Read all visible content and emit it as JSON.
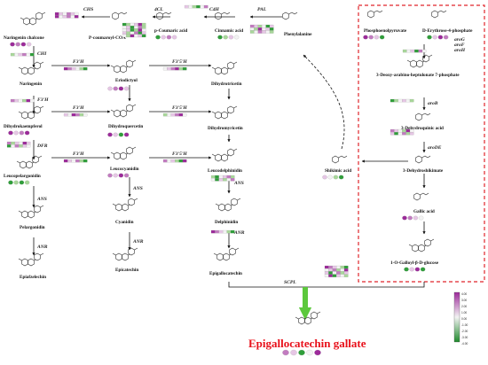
{
  "title": "Epigallocatechin gallate",
  "colors": {
    "high": "#9c2a9a",
    "mid_high": "#c27bc0",
    "mid": "#e6c6e5",
    "neutral": "#f3f3f3",
    "low_mid": "#a8d79a",
    "low": "#2f9e3a",
    "dashed_box": "#e0252b",
    "green_arrow": "#5cc83c"
  },
  "compounds": {
    "naringenin_chalcone": "Naringenin chalcone",
    "p_coumaroyl_coa": "P-coumaroyl-COA",
    "p_coumaric_acid": "p-Coumaric acid",
    "cinnamic_acid": "Cinnamic acid",
    "phenylalanine": "Phenylalanine",
    "phosphoenolpyruvate": "Phosphoenolpyruvate",
    "erythrose_phosphate": "D-Erythrose-4-phosphate",
    "naringenin": "Naringenin",
    "eriodictyol": "Eriodictyol",
    "dihydrotricetin": "Dihydrotricetin",
    "dahp": "3-Deoxy-arabino-heptulonate 7-phosphate",
    "dihydrokaempferol": "Dihydrokaempferol",
    "dihydroquercetin": "Dihydroquercetin",
    "dihydromyricetin": "Dihydromyricetin",
    "dehydroquinic": "3-Dehydroquinic acid",
    "leucopelargonidin": "Leucopelargonidin",
    "leucocyanidin": "Leucocyanidin",
    "leucodelphinidin": "Leucodelphinidin",
    "shikimic": "Shikimic acid",
    "dehydroshikimate": "3-Dehydroshikimate",
    "pelargonidin": "Pelargonidin",
    "cyanidin": "Cyanidin",
    "delphinidin": "Delphinidin",
    "gallic": "Gallic acid",
    "afzelechin": "Epiafzelechin",
    "epicatechin": "Epicatechin",
    "epigallocatechin": "Epigallocatechin",
    "glucogallin": "1-O-Galloyl-β-D-glucose"
  },
  "enzymes": {
    "chs": "CHS",
    "fourcl": "4CL",
    "c4h": "C4H",
    "pal": "PAL",
    "chi": "CHI",
    "f3h": "F3H",
    "dfr": "DFR",
    "ans": "ANS",
    "anr": "ANR",
    "f3prime": "F3'H",
    "f35prime": "F3'5'H",
    "scpl": "SCPL",
    "arog": "aroG",
    "arof": "aroF",
    "aroh": "aroH",
    "arob": "aroB",
    "arode": "aroDE"
  },
  "legend": {
    "ticks": [
      "4.00",
      "3.00",
      "2.00",
      "1.00",
      "0.00",
      "-1.00",
      "-2.00",
      "-3.00",
      "-4.00"
    ]
  },
  "heat": {
    "chs": [
      "#9c2a9a",
      "#e6c6e5",
      "#f3f3f3",
      "#c27bc0",
      "#e6c6e5",
      "#f3f3f3",
      "#9c2a9a",
      "#f3f3f3",
      "#e6c6e5",
      "#c27bc0",
      "#f3f3f3",
      "#9c2a9a"
    ],
    "fourcl": [
      "#2f9e3a",
      "#a8d79a",
      "#f3f3f3",
      "#e6c6e5",
      "#9c2a9a",
      "#a8d79a",
      "#f3f3f3",
      "#e6c6e5",
      "#2f9e3a",
      "#f3f3f3",
      "#c27bc0",
      "#a8d79a",
      "#f3f3f3",
      "#e6c6e5",
      "#2f9e3a",
      "#a8d79a",
      "#9c2a9a",
      "#f3f3f3",
      "#e6c6e5",
      "#a8d79a",
      "#f3f3f3",
      "#c27bc0",
      "#2f9e3a",
      "#e6c6e5",
      "#f3f3f3",
      "#a8d79a",
      "#9c2a9a",
      "#f3f3f3",
      "#e6c6e5",
      "#2f9e3a"
    ],
    "c4h": [
      "#e6c6e5",
      "#f3f3f3",
      "#a8d79a",
      "#2f9e3a",
      "#f3f3f3",
      "#c27bc0"
    ],
    "pal": [
      "#c27bc0",
      "#e6c6e5",
      "#a8d79a",
      "#f3f3f3",
      "#2f9e3a",
      "#e6c6e5",
      "#f3f3f3",
      "#a8d79a",
      "#9c2a9a",
      "#f3f3f3",
      "#e6c6e5",
      "#2f9e3a",
      "#a8d79a",
      "#f3f3f3",
      "#c27bc0",
      "#e6c6e5",
      "#f3f3f3",
      "#a8d79a"
    ],
    "chi": [
      "#a8d79a",
      "#f3f3f3",
      "#e6c6e5",
      "#c27bc0",
      "#f3f3f3",
      "#2f9e3a"
    ],
    "f3h": [
      "#c27bc0",
      "#e6c6e5",
      "#f3f3f3",
      "#a8d79a",
      "#9c2a9a",
      "#f3f3f3"
    ],
    "f3h_a": [
      "#9c2a9a",
      "#c27bc0",
      "#e6c6e5",
      "#f3f3f3",
      "#a8d79a",
      "#2f9e3a"
    ],
    "f3h_b": [
      "#e6c6e5",
      "#f3f3f3",
      "#9c2a9a",
      "#c27bc0",
      "#a8d79a",
      "#f3f3f3"
    ],
    "f35h_a": [
      "#f3f3f3",
      "#e6c6e5",
      "#c27bc0",
      "#9c2a9a",
      "#a8d79a",
      "#2f9e3a"
    ],
    "f35h_b": [
      "#a8d79a",
      "#f3f3f3",
      "#e6c6e5",
      "#c27bc0",
      "#9c2a9a",
      "#f3f3f3"
    ],
    "dfr": [
      "#c27bc0",
      "#a8d79a",
      "#e6c6e5",
      "#f3f3f3",
      "#9c2a9a",
      "#e6c6e5",
      "#2f9e3a",
      "#f3f3f3",
      "#c27bc0",
      "#a8d79a",
      "#e6c6e5",
      "#f3f3f3"
    ],
    "f3h_c": [
      "#9c2a9a",
      "#e6c6e5",
      "#f3f3f3",
      "#c27bc0",
      "#a8d79a",
      "#2f9e3a"
    ],
    "f35h_c": [
      "#c27bc0",
      "#f3f3f3",
      "#e6c6e5",
      "#a8d79a",
      "#2f9e3a",
      "#9c2a9a"
    ],
    "ans": [
      "#a8d79a",
      "#2f9e3a",
      "#f3f3f3",
      "#e6c6e5",
      "#c27bc0",
      "#a8d79a",
      "#f3f3f3",
      "#2f9e3a",
      "#e6c6e5",
      "#a8d79a",
      "#f3f3f3",
      "#c27bc0"
    ],
    "arog": [
      "#a8d79a",
      "#f3f3f3",
      "#e6c6e5",
      "#2f9e3a",
      "#c27bc0",
      "#f3f3f3"
    ],
    "arob": [
      "#2f9e3a",
      "#a8d79a",
      "#f3f3f3",
      "#e6c6e5",
      "#f3f3f3",
      "#a8d79a"
    ],
    "arode": [
      "#c27bc0",
      "#e6c6e5",
      "#f3f3f3",
      "#a8d79a",
      "#9c2a9a",
      "#f3f3f3",
      "#e6c6e5",
      "#2f9e3a",
      "#f3f3f3",
      "#c27bc0",
      "#a8d79a",
      "#e6c6e5"
    ],
    "anr": [
      "#9c2a9a",
      "#c27bc0",
      "#e6c6e5",
      "#f3f3f3",
      "#a8d79a",
      "#2f9e3a"
    ],
    "scpl": [
      "#9c2a9a",
      "#c27bc0",
      "#e6c6e5",
      "#f3f3f3",
      "#a8d79a",
      "#2f9e3a",
      "#f3f3f3",
      "#e6c6e5",
      "#c27bc0",
      "#a8d79a",
      "#f3f3f3",
      "#9c2a9a",
      "#e6c6e5",
      "#2f9e3a",
      "#f3f3f3",
      "#c27bc0",
      "#a8d79a",
      "#e6c6e5",
      "#f3f3f3",
      "#9c2a9a",
      "#2f9e3a",
      "#e6c6e5",
      "#f3f3f3",
      "#a8d79a"
    ]
  },
  "dots": {
    "naringenin_chalcone": [
      "#9c2a9a",
      "#c27bc0",
      "#9c2a9a",
      "#e6c6e5"
    ],
    "p_coumaric_acid": [
      "#2f9e3a",
      "#e6c6e5",
      "#c27bc0",
      "#e6c6e5"
    ],
    "cinnamic_acid": [
      "#2f9e3a",
      "#a8d79a",
      "#e6c6e5",
      "#f3f3f3"
    ],
    "phosphoenolpyruvate": [
      "#9c2a9a",
      "#c27bc0",
      "#e6c6e5",
      "#2f9e3a"
    ],
    "erythrose_phosphate": [
      "#2f9e3a",
      "#e6c6e5",
      "#9c2a9a",
      "#c27bc0"
    ],
    "eriodictyol": [
      "#e6c6e5",
      "#c27bc0",
      "#9c2a9a",
      "#e6c6e5"
    ],
    "dihydrokaempferol": [
      "#9c2a9a",
      "#e6c6e5",
      "#c27bc0",
      "#9c2a9a"
    ],
    "dihydroquercetin": [
      "#9c2a9a",
      "#e6c6e5",
      "#2f9e3a",
      "#9c2a9a"
    ],
    "leucopelargonidin": [
      "#2f9e3a",
      "#a8d79a",
      "#2f9e3a",
      "#a8d79a"
    ],
    "leucocyanidin": [
      "#c27bc0",
      "#e6c6e5",
      "#9c2a9a",
      "#c27bc0"
    ],
    "shikimic": [
      "#e6c6e5",
      "#f3f3f3",
      "#a8d79a",
      "#2f9e3a"
    ],
    "gallic": [
      "#9c2a9a",
      "#c27bc0",
      "#e6c6e5",
      "#f3f3f3"
    ],
    "glucogallin": [
      "#2f9e3a",
      "#e6c6e5",
      "#9c2a9a",
      "#2f9e3a"
    ],
    "egcg": [
      "#c27bc0",
      "#e6c6e5",
      "#2f9e3a",
      "#f3f3f3",
      "#9c2a9a"
    ]
  }
}
